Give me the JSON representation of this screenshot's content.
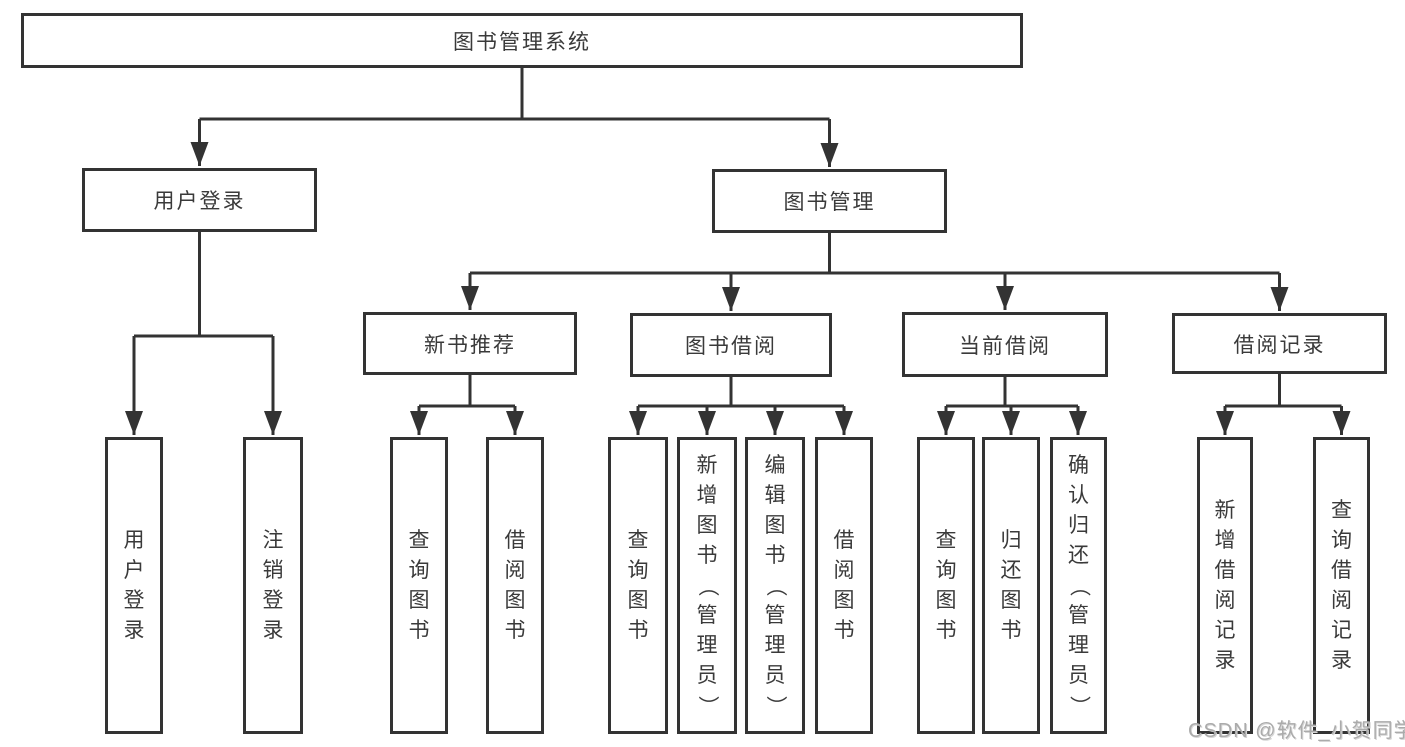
{
  "title": "图书管理系统",
  "nodes": {
    "user_login": "用户登录",
    "book_management": "图书管理",
    "new_books": "新书推荐",
    "book_borrow": "图书借阅",
    "current_borrow": "当前借阅",
    "borrow_records": "借阅记录"
  },
  "leaves": {
    "user_login_leaf": "用户登录",
    "logout": "注销登录",
    "query_books_1": "查询图书",
    "borrow_books_1": "借阅图书",
    "query_books_2": "查询图书",
    "add_book_admin": "新增图书（管理员）",
    "edit_book_admin": "编辑图书（管理员）",
    "borrow_books_2": "借阅图书",
    "query_books_3": "查询图书",
    "return_book": "归还图书",
    "confirm_return_admin": "确认归还（管理员）",
    "add_borrow_record": "新增借阅记录",
    "query_borrow_record": "查询借阅记录"
  },
  "structure": {
    "图书管理系统": {
      "用户登录": [
        "用户登录",
        "注销登录"
      ],
      "图书管理": {
        "新书推荐": [
          "查询图书",
          "借阅图书"
        ],
        "图书借阅": [
          "查询图书",
          "新增图书（管理员）",
          "编辑图书（管理员）",
          "借阅图书"
        ],
        "当前借阅": [
          "查询图书",
          "归还图书",
          "确认归还（管理员）"
        ],
        "借阅记录": [
          "新增借阅记录",
          "查询借阅记录"
        ]
      }
    }
  },
  "watermark": "CSDN @软件_小贺同学",
  "colors": {
    "line": "#333333",
    "text": "#3a3a3a",
    "watermark": "#ababab",
    "background": "#ffffff"
  }
}
